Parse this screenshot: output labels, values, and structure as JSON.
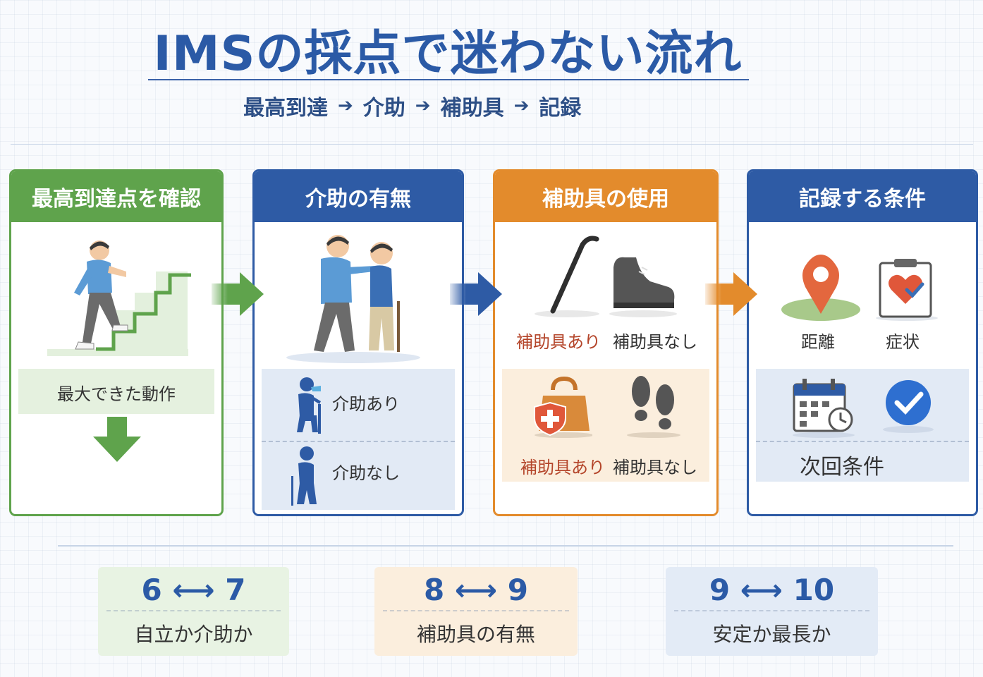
{
  "header": {
    "title": "IMSの採点で迷わない流れ",
    "flow": [
      "最高到達",
      "介助",
      "補助具",
      "記録"
    ]
  },
  "cards": [
    {
      "title": "最高到達点を確認",
      "color": "#5fa34c",
      "panel_label": "最大できた動作"
    },
    {
      "title": "介助の有無",
      "color": "#2e5ba5",
      "options": [
        "介助あり",
        "介助なし"
      ]
    },
    {
      "title": "補助具の使用",
      "color": "#e38b2c",
      "top_labels": [
        "補助具あり",
        "補助具なし"
      ],
      "bottom_labels": [
        "補助具あり",
        "補助具なし"
      ]
    },
    {
      "title": "記録する条件",
      "color": "#2e5ba5",
      "items": [
        "距離",
        "症状"
      ],
      "next": "次回条件"
    }
  ],
  "score_boxes": [
    {
      "range": "6 ⟷ 7",
      "text": "自立か介助か",
      "bg": "#e8f3e3"
    },
    {
      "range": "8 ⟷ 9",
      "text": "補助具の有無",
      "bg": "#fbeedd"
    },
    {
      "range": "9 ⟷ 10",
      "text": "安定か最長か",
      "bg": "#e3ebf6"
    }
  ],
  "colors": {
    "accent_blue": "#2b5aa6",
    "green": "#5fa34c",
    "orange": "#e38b2c",
    "red_label": "#b4452a"
  },
  "icons": [
    "climbing-stairs-icon",
    "caregiver-icon",
    "cane-icon",
    "shoe-icon",
    "location-pin-icon",
    "clipboard-heart-icon",
    "bag-icon",
    "footprints-icon",
    "calendar-clock-icon",
    "check-circle-icon",
    "seated-person-icon",
    "walking-person-icon"
  ]
}
